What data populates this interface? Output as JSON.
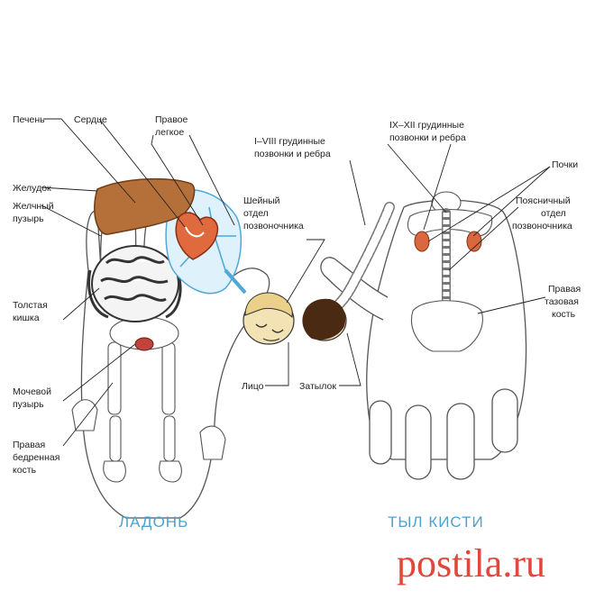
{
  "palm": {
    "labels": {
      "liver": "Печень",
      "heart": "Сердце",
      "right_lung_1": "Правое",
      "right_lung_2": "легкое",
      "stomach": "Желудок",
      "gallbladder_1": "Желчный",
      "gallbladder_2": "пузырь",
      "colon_1": "Толстая",
      "colon_2": "кишка",
      "bladder_1": "Мочевой",
      "bladder_2": "пузырь",
      "femur_1": "Правая",
      "femur_2": "бедренная",
      "femur_3": "кость",
      "cervical_1": "Шейный",
      "cervical_2": "отдел",
      "cervical_3": "позвоночника",
      "face": "Лицо"
    },
    "caption": "ЛАДОНЬ"
  },
  "back": {
    "labels": {
      "thoracic_upper_1": "I–VIII грудинные",
      "thoracic_upper_2": "позвонки и ребра",
      "thoracic_lower_1": "IX–XII грудинные",
      "thoracic_lower_2": "позвонки и ребра",
      "kidneys": "Почки",
      "lumbar_1": "Поясничный",
      "lumbar_2": "отдел",
      "lumbar_3": "позвоночника",
      "pelvis_1": "Правая",
      "pelvis_2": "тазовая",
      "pelvis_3": "кость",
      "occiput": "Затылок"
    },
    "caption": "ТЫЛ КИСТИ"
  },
  "watermark": "postila.ru",
  "colors": {
    "liver": "#b5703a",
    "heart": "#e06a3e",
    "lung": "#4fa8d8",
    "kidney": "#d9673f",
    "caption": "#4aa3cf",
    "watermark": "#e0483b"
  }
}
